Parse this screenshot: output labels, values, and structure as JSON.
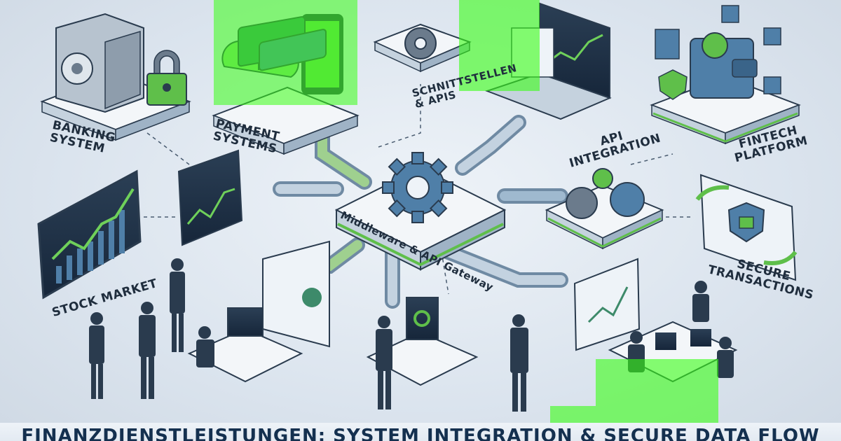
{
  "labels": {
    "banking": [
      "BANKING",
      "SYSTEM"
    ],
    "payment": [
      "PAYMENT",
      "SYSTEMS"
    ],
    "schnitt": [
      "SCHNITTSTELLEN",
      "& APIS"
    ],
    "api_integration": [
      "API",
      "INTEGRATION"
    ],
    "fintech": [
      "FINTECH",
      "PLATFORM"
    ],
    "stock": [
      "STOCK MARKET"
    ],
    "secure": [
      "SECURE",
      "TRANSACTIONS"
    ],
    "gateway": "Middleware & API Gateway"
  },
  "title": "FINANZDIENSTLEISTUNGEN: SYSTEM INTEGRATION & SECURE DATA FLOW",
  "colors": {
    "accent_green": "#5fbf4a",
    "highlight_green": "#39ff14",
    "steel_blue": "#4f7fa8",
    "dark_navy": "#1f2d3d"
  },
  "icons": [
    "vault-icon",
    "padlock-icon",
    "cloud-upload-icon",
    "credit-card-icon",
    "smartphone-icon",
    "gear-icon",
    "laptop-icon",
    "wallet-icon",
    "bitcoin-icon",
    "blockchain-icon",
    "shield-lock-icon",
    "chart-monitor-icon"
  ]
}
